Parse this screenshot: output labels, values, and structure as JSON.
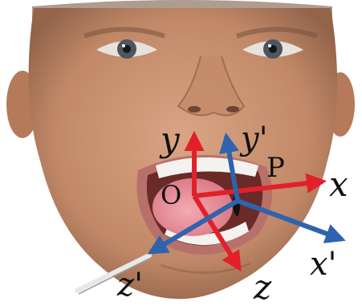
{
  "diagram": {
    "colors": {
      "background": "#ffffff",
      "skin": "#c8906e",
      "skin_shadow": "#9c6a4c",
      "lips": "#b8706a",
      "mouth_inside": "#6a2a28",
      "tongue": "#e88f98",
      "teeth": "#f4f2ee",
      "eye_white": "#e6e2de",
      "iris": "#4d5560",
      "hair": "#3b2a1f",
      "red_frame": "#e2202a",
      "blue_frame": "#2f63ad"
    },
    "origin_label": "O",
    "point_label": "P",
    "red_frame": {
      "x_label": "x",
      "y_label": "y",
      "z_label": "z"
    },
    "blue_frame": {
      "x_label": "x'",
      "y_label": "y'",
      "z_label": "z'"
    }
  }
}
